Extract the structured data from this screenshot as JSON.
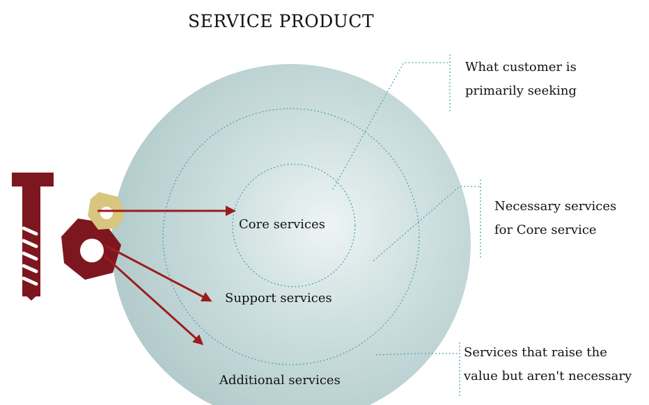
{
  "title": "SERVICE PRODUCT",
  "rings": {
    "core": "Core services",
    "support": "Support services",
    "additional": "Additional services"
  },
  "annotations": {
    "core": [
      "What customer is",
      "primarily seeking"
    ],
    "support": [
      "Necessary services",
      "for Core service"
    ],
    "additional": [
      "Services that raise the",
      "value but aren't necessary"
    ]
  },
  "colors": {
    "circle_fill": "#b9d0d1",
    "circle_center": "#e8f0f0",
    "dotted_line": "#4aa3b8",
    "arrow": "#9b1c1c",
    "screw": "#7e1620",
    "small_nut": "#d8c57e",
    "big_nut": "#7e1620"
  },
  "icons": [
    "screw-icon",
    "small-nut-icon",
    "large-nut-icon"
  ]
}
